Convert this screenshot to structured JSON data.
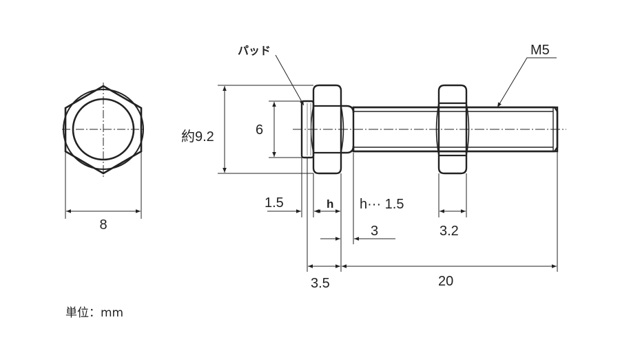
{
  "colors": {
    "line": "#222222",
    "hatch": "#9a9a9a",
    "background": "#ffffff"
  },
  "labels": {
    "pad": "パッド",
    "thread": "M5",
    "across_corners": "約9.2",
    "pad_diameter": "6",
    "width_across_flats": "8",
    "pad_thickness": "1.5",
    "head_height": "h",
    "head_height_note": "h··· 1.5",
    "neck": "3",
    "nut_thickness": "3.2",
    "pad_plus_head": "3.5",
    "length": "20",
    "unit": "単位：mm"
  }
}
